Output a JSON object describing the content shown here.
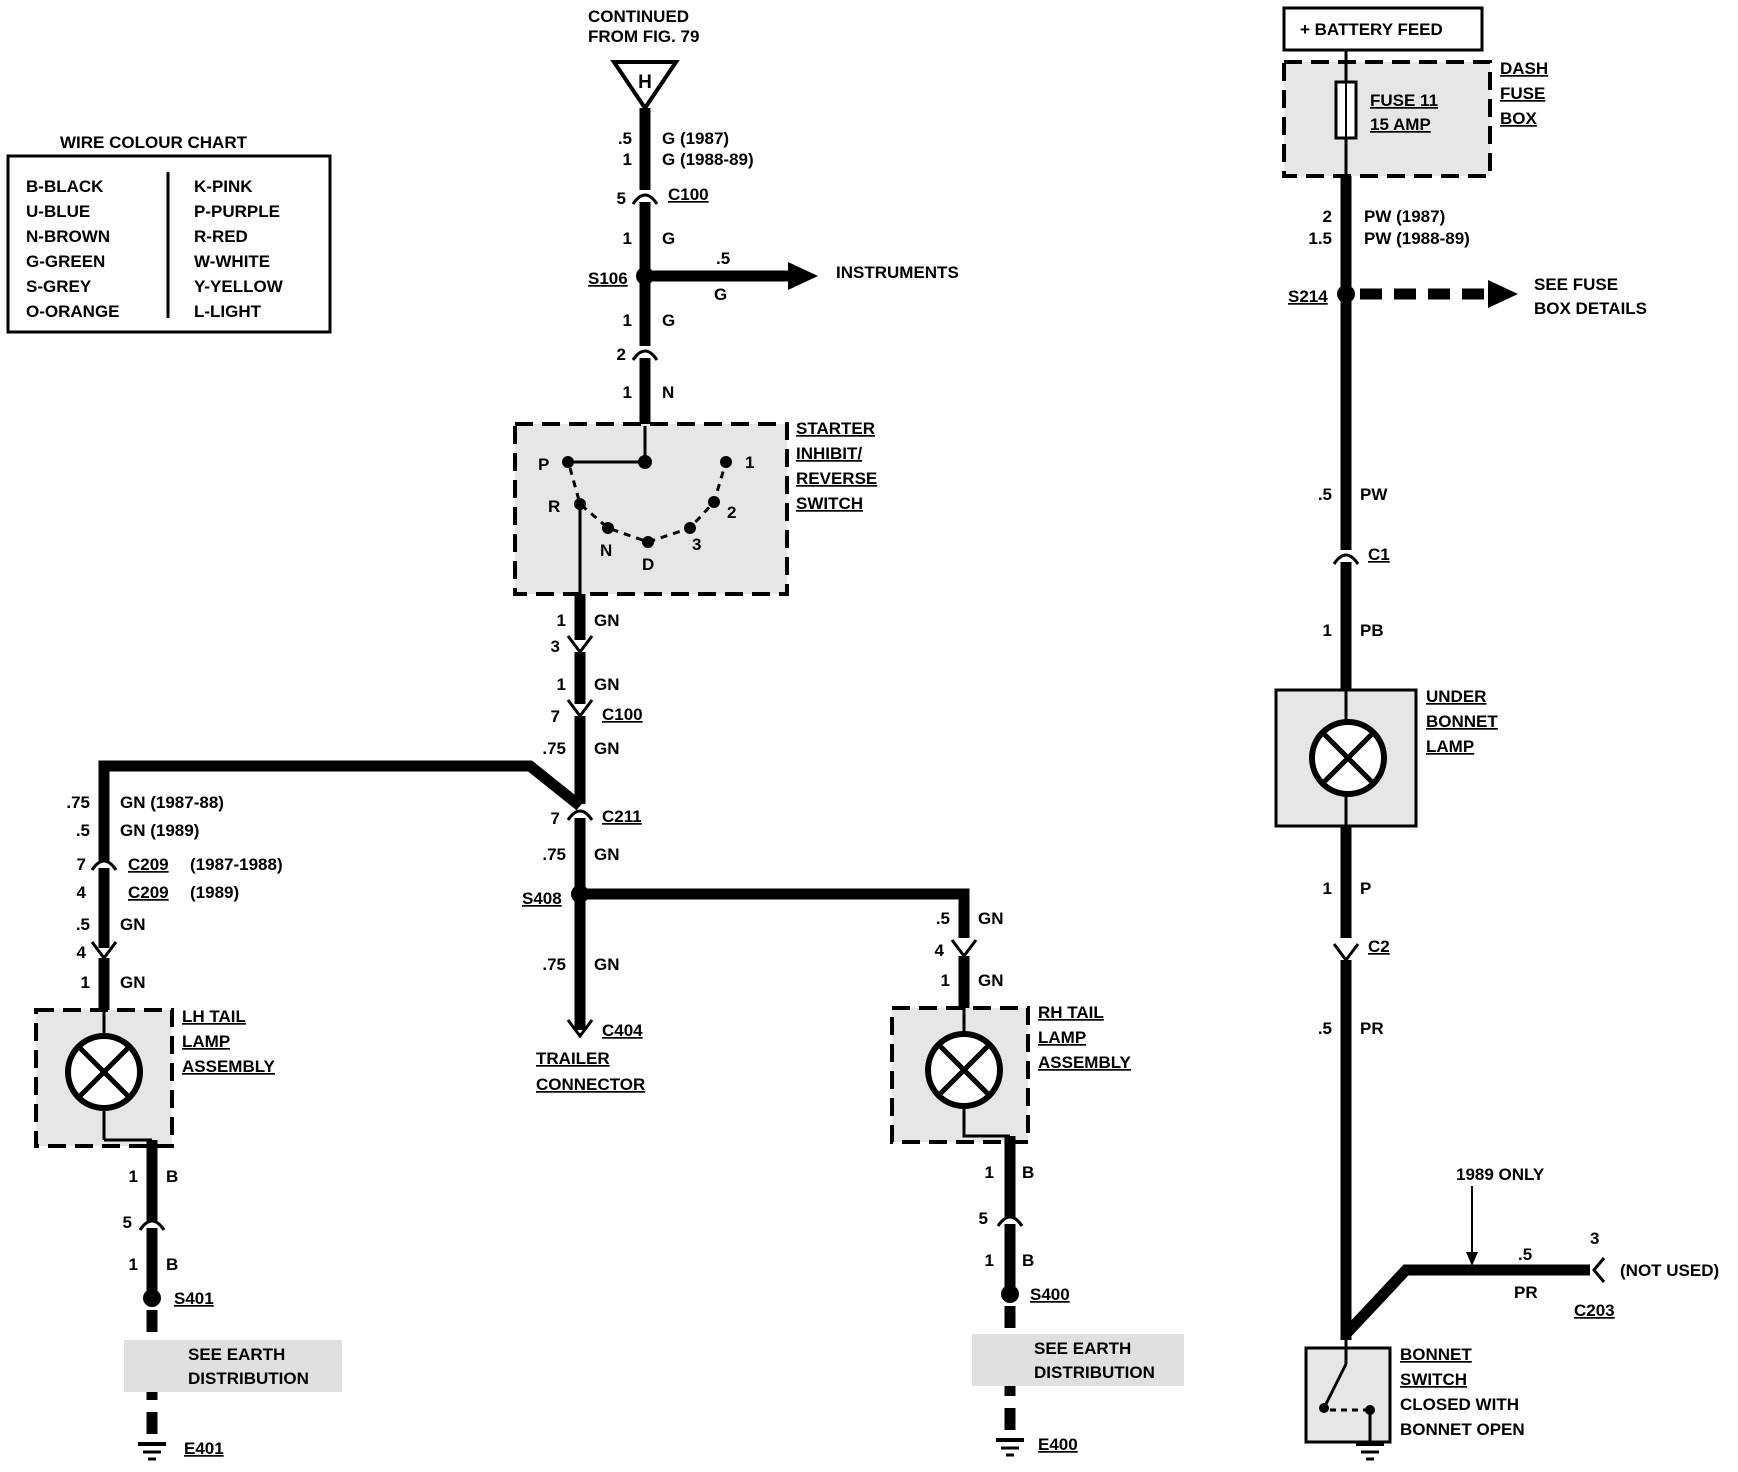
{
  "wire_chart": {
    "title": "WIRE COLOUR CHART",
    "left": [
      "B-BLACK",
      "U-BLUE",
      "N-BROWN",
      "G-GREEN",
      "S-GREY",
      "O-ORANGE"
    ],
    "right": [
      "K-PINK",
      "P-PURPLE",
      "R-RED",
      "W-WHITE",
      "Y-YELLOW",
      "L-LIGHT"
    ]
  },
  "top": {
    "continued_1": "CONTINUED",
    "continued_2": "FROM FIG. 79",
    "connector_h": "H",
    "g1_size": ".5",
    "g1_label": "G (1987)",
    "g2_size": "1",
    "g2_label": "G (1988-89)",
    "c100_pin": "5",
    "c100": "C100",
    "g3_size": "1",
    "g3_label": "G",
    "s106": "S106",
    "instr_size": ".5",
    "instr_color": "G",
    "instruments": "INSTRUMENTS",
    "g4_size": "1",
    "g4_label": "G",
    "pin2": "2",
    "n_size": "1",
    "n_label": "N"
  },
  "starter_switch": {
    "label_1": "STARTER",
    "label_2": "INHIBIT/",
    "label_3": "REVERSE",
    "label_4": "SWITCH",
    "pos_p": "P",
    "pos_r": "R",
    "pos_n": "N",
    "pos_d": "D",
    "pos_1": "1",
    "pos_2": "2",
    "pos_3": "3"
  },
  "center": {
    "gn1_size": "1",
    "gn1_label": "GN",
    "pin3": "3",
    "gn2_size": "1",
    "gn2_label": "GN",
    "c100_pin": "7",
    "c100": "C100",
    "gn3_size": ".75",
    "gn3_label": "GN",
    "c211_pin": "7",
    "c211": "C211",
    "gn4_size": ".75",
    "gn4_label": "GN",
    "s408": "S408",
    "gn5_size": ".75",
    "gn5_label": "GN",
    "c404": "C404",
    "trailer_1": "TRAILER",
    "trailer_2": "CONNECTOR"
  },
  "lh": {
    "w1_size": ".75",
    "w1_label": "GN (1987-88)",
    "w2_size": ".5",
    "w2_label": "GN (1989)",
    "c209a_pin": "7",
    "c209a": "C209",
    "c209a_year": "(1987-1988)",
    "c209b_pin": "4",
    "c209b": "C209",
    "c209b_year": "(1989)",
    "w3_size": ".5",
    "w3_label": "GN",
    "pin4": "4",
    "w4_size": "1",
    "w4_label": "GN",
    "lamp_1": "LH TAIL",
    "lamp_2": "LAMP",
    "lamp_3": "ASSEMBLY",
    "b1_size": "1",
    "b1_label": "B",
    "pin5": "5",
    "b2_size": "1",
    "b2_label": "B",
    "s401": "S401",
    "earth_1": "SEE EARTH",
    "earth_2": "DISTRIBUTION",
    "e401": "E401"
  },
  "rh": {
    "w1_size": ".5",
    "w1_label": "GN",
    "pin4": "4",
    "w2_size": "1",
    "w2_label": "GN",
    "lamp_1": "RH TAIL",
    "lamp_2": "LAMP",
    "lamp_3": "ASSEMBLY",
    "b1_size": "1",
    "b1_label": "B",
    "pin5": "5",
    "b2_size": "1",
    "b2_label": "B",
    "s400": "S400",
    "earth_1": "SEE EARTH",
    "earth_2": "DISTRIBUTION",
    "e400": "E400"
  },
  "right": {
    "battery_feed": "+ BATTERY FEED",
    "dash_1": "DASH",
    "dash_2": "FUSE",
    "dash_3": "BOX",
    "fuse_1": "FUSE 11",
    "fuse_2": "15 AMP",
    "pw1_size": "2",
    "pw1_label": "PW (1987)",
    "pw2_size": "1.5",
    "pw2_label": "PW (1988-89)",
    "s214": "S214",
    "see_fuse_1": "SEE FUSE",
    "see_fuse_2": "BOX DETAILS",
    "pw3_size": ".5",
    "pw3_label": "PW",
    "c1": "C1",
    "pb_size": "1",
    "pb_label": "PB",
    "lamp_1": "UNDER",
    "lamp_2": "BONNET",
    "lamp_3": "LAMP",
    "p_size": "1",
    "p_label": "P",
    "c2": "C2",
    "pr_size": ".5",
    "pr_label": "PR",
    "only_1989": "1989 ONLY",
    "branch_size": ".5",
    "branch_label": "PR",
    "c203_pin": "3",
    "not_used": "(NOT USED)",
    "c203": "C203",
    "sw_1": "BONNET",
    "sw_2": "SWITCH",
    "sw_3": "CLOSED WITH",
    "sw_4": "BONNET OPEN"
  }
}
